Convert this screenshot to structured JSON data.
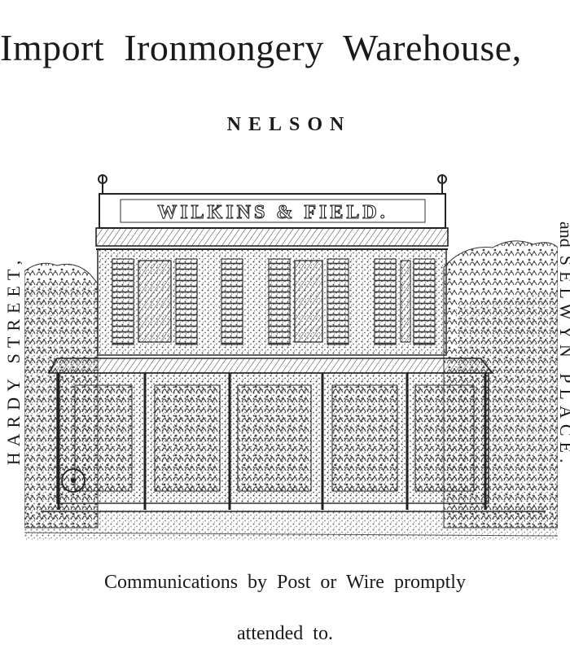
{
  "heading": "Import Ironmongery Warehouse,",
  "town": "NELSON",
  "street_left": "HARDY STREET,",
  "street_right_prefix": "and",
  "street_right": "SELWYN PLACE.",
  "sign_main": "WILKINS & FIELD.",
  "notice": {
    "line1": "Communications by Post or Wire promptly",
    "line2": "attended to."
  },
  "colors": {
    "ink": "#1a1a1a",
    "paper": "#ffffff"
  }
}
